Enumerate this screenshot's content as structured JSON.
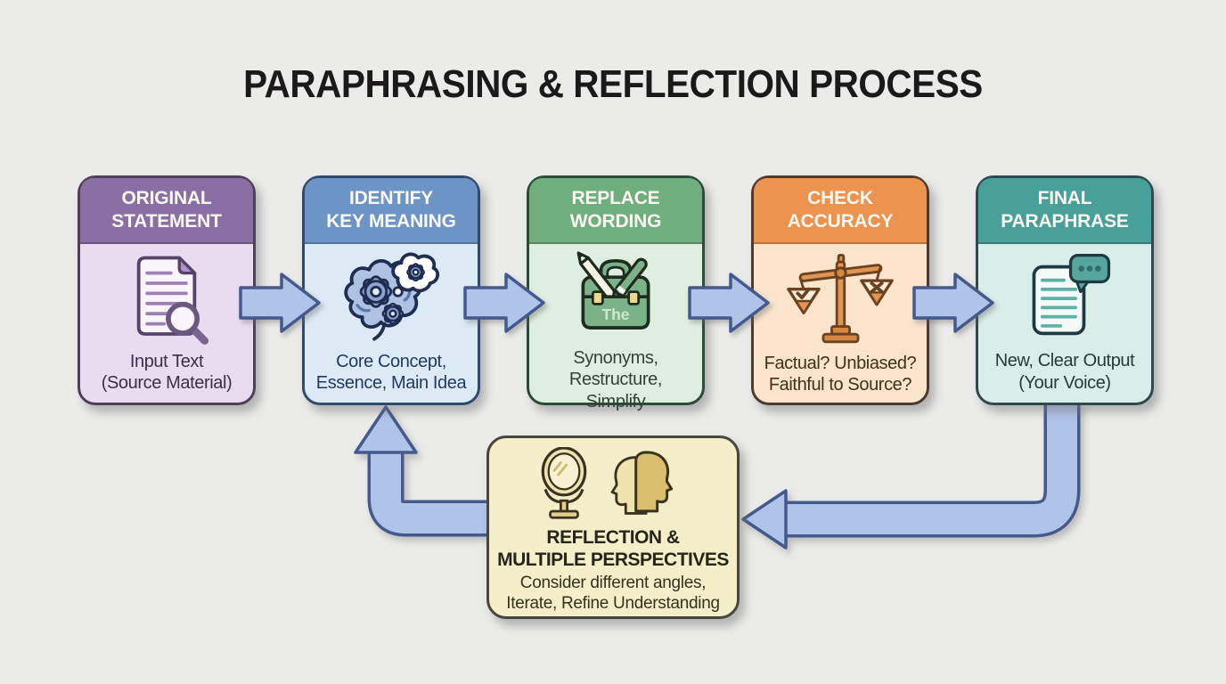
{
  "title": "PARAPHRASING & REFLECTION PROCESS",
  "palette": {
    "background": "#EBEBE9",
    "title_color": "#1B1919",
    "arrow_fill": "#B0C3E9",
    "arrow_stroke": "#44598C"
  },
  "steps": [
    {
      "header_lines": [
        "ORIGINAL",
        "STATEMENT"
      ],
      "caption_lines": [
        "Input Text",
        "(Source Material)"
      ],
      "icon": "document-magnifier-icon",
      "colors": {
        "header": "#8A6FA5",
        "body": "#EADCF0",
        "border": "#4E4058",
        "text": "#3A2F45"
      }
    },
    {
      "header_lines": [
        "IDENTIFY",
        "KEY MEANING"
      ],
      "caption_lines": [
        "Core Concept,",
        "Essence, Main Idea"
      ],
      "icon": "brain-gears-icon",
      "colors": {
        "header": "#6C95C6",
        "body": "#DCEAF6",
        "border": "#2E4A6E",
        "text": "#1F3A5E"
      }
    },
    {
      "header_lines": [
        "REPLACE",
        "WORDING"
      ],
      "caption_lines": [
        "Synonyms,",
        "Restructure,",
        "Simplify"
      ],
      "icon": "toolbox-icon",
      "icon_label": "The",
      "colors": {
        "header": "#6FAE7D",
        "body": "#DEEFDF",
        "border": "#2E4A38",
        "text": "#2F4434"
      }
    },
    {
      "header_lines": [
        "CHECK",
        "ACCURACY"
      ],
      "caption_lines": [
        "Factual? Unbiased?",
        "Faithful to Source?"
      ],
      "icon": "balance-scale-icon",
      "colors": {
        "header": "#EC9350",
        "body": "#FAE4CB",
        "border": "#4E3A2C",
        "text": "#43301C"
      }
    },
    {
      "header_lines": [
        "FINAL",
        "PARAPHRASE"
      ],
      "caption_lines": [
        "New, Clear Output",
        "(Your Voice)"
      ],
      "icon": "document-speech-icon",
      "colors": {
        "header": "#47A09A",
        "body": "#D9EEE8",
        "border": "#2E4A50",
        "text": "#233B3B"
      }
    }
  ],
  "feedback_box": {
    "heading_lines": [
      "REFLECTION &",
      "MULTIPLE PERSPECTIVES"
    ],
    "caption_lines": [
      "Consider different angles,",
      "Iterate, Refine Understanding"
    ],
    "icons": [
      "mirror-icon",
      "dual-profiles-icon"
    ],
    "colors": {
      "bg": "#F4EFC9",
      "border": "#46463E",
      "heading": "#26251B",
      "text": "#33321F"
    }
  }
}
